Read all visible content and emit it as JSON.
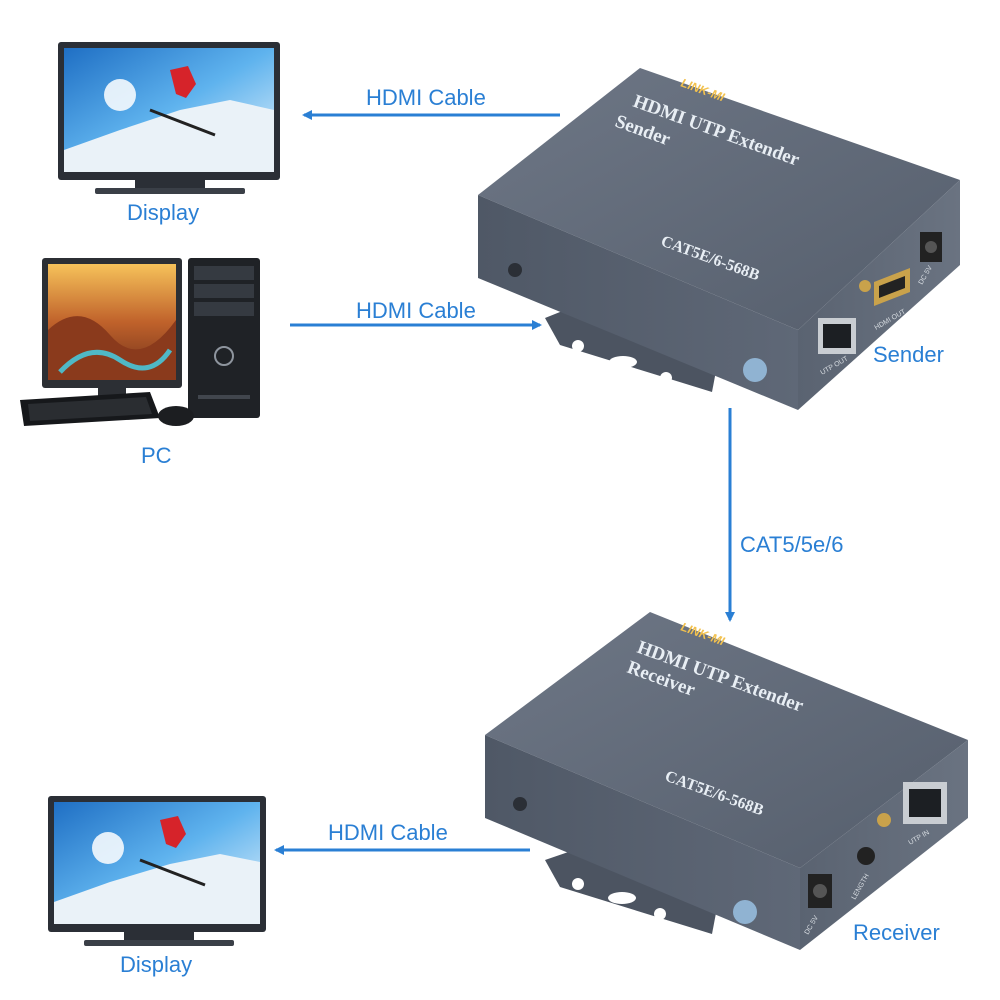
{
  "labels": {
    "display_top": "Display",
    "pc": "PC",
    "display_bottom": "Display",
    "sender": "Sender",
    "receiver": "Receiver"
  },
  "cables": {
    "hdmi_top": "HDMI Cable",
    "hdmi_pc": "HDMI Cable",
    "cat": "CAT5/5e/6",
    "hdmi_bottom": "HDMI Cable"
  },
  "sender_device": {
    "brand": "LINK-MI",
    "title_line1": "HDMI  UTP Extender",
    "title_line2": "Sender",
    "spec": "CAT5E/6-568B",
    "port_utp": "UTP OUT",
    "port_hdmi": "HDMI OUT",
    "port_dc": "DC 5V"
  },
  "receiver_device": {
    "brand": "LINK-MI",
    "title_line1": "HDMI  UTP Extender",
    "title_line2": "Receiver",
    "spec": "CAT5E/6-568B",
    "port_utp": "UTP IN",
    "port_length": "LENGTH",
    "port_dc": "DC 5V"
  },
  "colors": {
    "arrow": "#2a7fd4",
    "device_body": "#5d6675"
  },
  "icons": [
    "monitor-icon",
    "pc-tower-icon",
    "keyboard-icon",
    "mouse-icon",
    "extender-sender-icon",
    "extender-receiver-icon"
  ]
}
